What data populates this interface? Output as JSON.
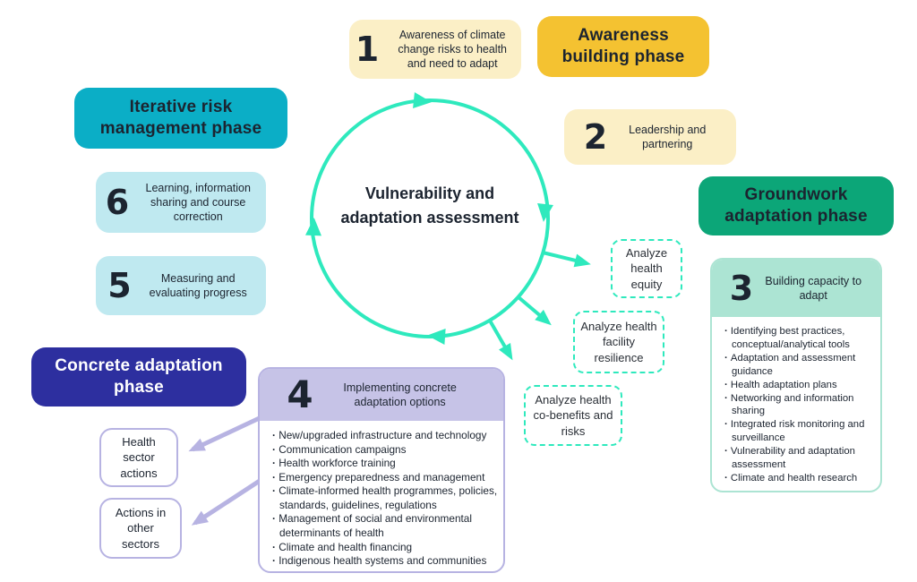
{
  "center": {
    "label": "Vulnerability and adaptation assessment"
  },
  "phases": {
    "awareness": {
      "label": "Awareness building phase",
      "bg": "#F4C231"
    },
    "groundwork": {
      "label": "Groundwork adaptation phase",
      "bg": "#0CA678"
    },
    "concrete": {
      "label": "Concrete adaptation phase",
      "bg": "#2D2F9F"
    },
    "iterative": {
      "label": "Iterative risk management phase",
      "bg": "#0BAEC6"
    }
  },
  "steps": [
    {
      "number": "1",
      "label": "Awareness of climate change risks to health and need to adapt"
    },
    {
      "number": "2",
      "label": "Leadership and partnering"
    },
    {
      "number": "3",
      "label": "Building capacity to adapt",
      "bullets": [
        "Identifying best practices, conceptual/analytical tools",
        "Adaptation and assessment guidance",
        "Health adaptation plans",
        "Networking and information sharing",
        "Integrated risk monitoring and surveillance",
        "Vulnerability and adaptation assessment",
        "Climate and health research"
      ]
    },
    {
      "number": "4",
      "label": "Implementing concrete adaptation options",
      "bullets": [
        "New/upgraded infrastructure and technology",
        "Communication campaigns",
        "Health workforce training",
        "Emergency preparedness and management",
        "Climate-informed health programmes, policies, standards, guidelines, regulations",
        "Management of social and environmental determinants of health",
        "Climate and health financing",
        "Indigenous health systems and communities"
      ]
    },
    {
      "number": "5",
      "label": "Measuring and evaluating progress"
    },
    {
      "number": "6",
      "label": "Learning, information sharing and course correction"
    }
  ],
  "analysis_boxes": [
    {
      "label": "Analyze health equity"
    },
    {
      "label": "Analyze health facility resilience"
    },
    {
      "label": "Analyze health co-benefits and risks"
    }
  ],
  "action_boxes": [
    {
      "label": "Health sector actions"
    },
    {
      "label": "Actions in other sectors"
    }
  ],
  "colors": {
    "turquoise_arrow": "#2EE9BD",
    "yellow_phase": "#F4C231",
    "light_yellow_step": "#FBEFC6",
    "green_phase": "#0CA678",
    "mint_step": "#ACE4D3",
    "teal_phase": "#0BAEC6",
    "light_cyan_step": "#BFE9F0",
    "indigo_phase": "#2D2F9F",
    "lavender_step": "#C6C3E7",
    "lavender_arrow": "#B7B3E2",
    "text_dark": "#1C2430"
  }
}
